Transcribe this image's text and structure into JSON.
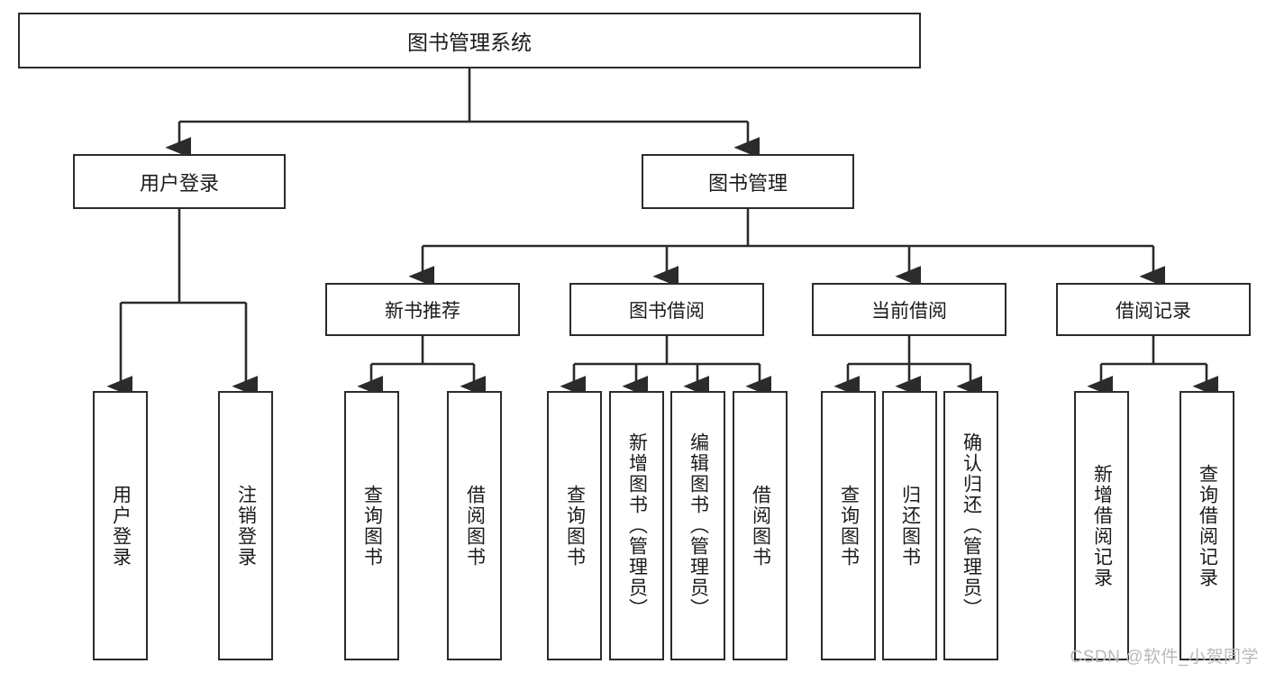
{
  "diagram": {
    "title": "图书管理系统",
    "watermark": "CSDN @软件_小贺同学",
    "accent_color": "#2b2b2b",
    "background_color": "#ffffff",
    "levels": {
      "level2": [
        {
          "label": "用户登录"
        },
        {
          "label": "图书管理"
        }
      ],
      "level3": [
        {
          "label": "新书推荐"
        },
        {
          "label": "图书借阅"
        },
        {
          "label": "当前借阅"
        },
        {
          "label": "借阅记录"
        }
      ]
    },
    "leaves": {
      "user_login": [
        {
          "label": "用户登录"
        },
        {
          "label": "注销登录"
        }
      ],
      "new_book_recommend": [
        {
          "label": "查询图书"
        },
        {
          "label": "借阅图书"
        }
      ],
      "book_borrow": [
        {
          "label": "查询图书"
        },
        {
          "label": "新增图书（管理员）"
        },
        {
          "label": "编辑图书（管理员）"
        },
        {
          "label": "借阅图书"
        }
      ],
      "current_borrow": [
        {
          "label": "查询图书"
        },
        {
          "label": "归还图书"
        },
        {
          "label": "确认归还（管理员）"
        }
      ],
      "borrow_record": [
        {
          "label": "新增借阅记录"
        },
        {
          "label": "查询借阅记录"
        }
      ]
    }
  }
}
